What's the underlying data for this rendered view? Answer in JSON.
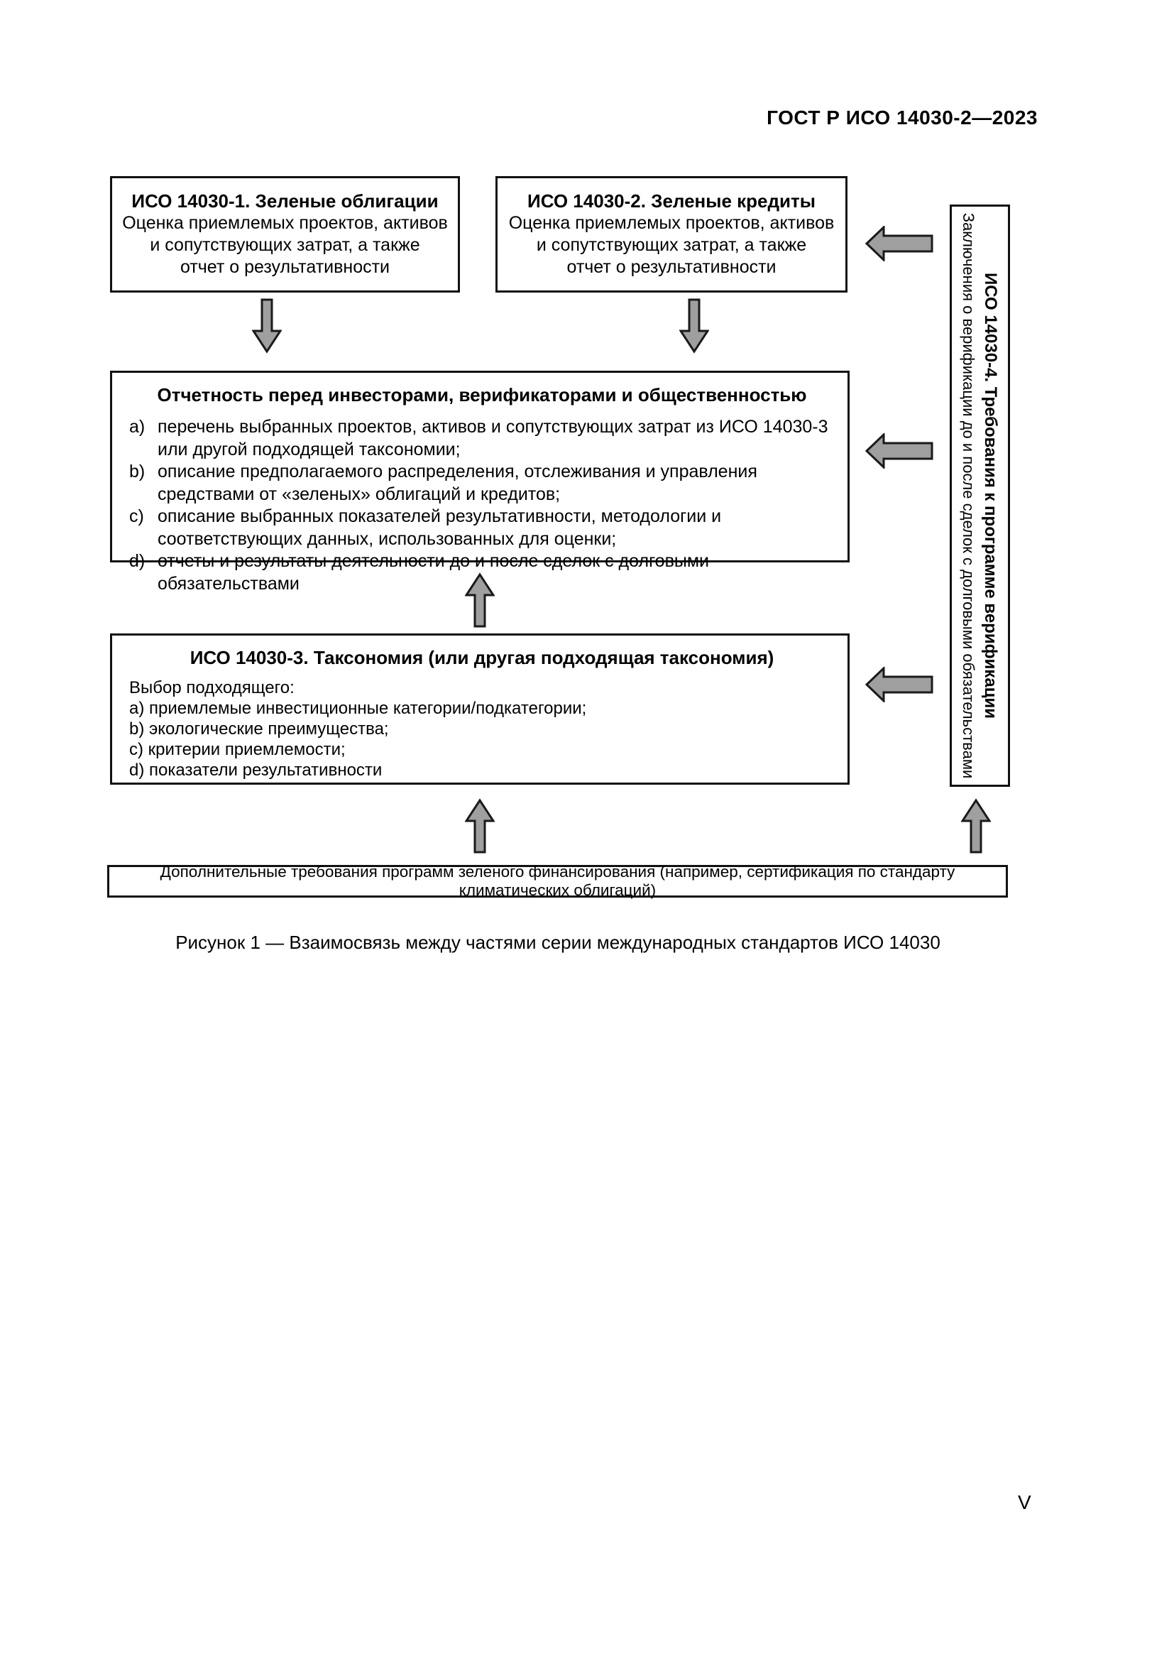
{
  "header": {
    "doc_code": "ГОСТ Р ИСО 14030-2—2023"
  },
  "diagram": {
    "arrow_fill": "#9f9f9f",
    "box_green_bonds": {
      "title": "ИСО 14030-1. Зеленые облигации",
      "body": "Оценка приемлемых проектов, активов\nи сопутствующих затрат, а также\nотчет о результативности"
    },
    "box_green_loans": {
      "title": "ИСО 14030-2. Зеленые кредиты",
      "body": "Оценка приемлемых проектов, активов\nи сопутствующих затрат, а также\nотчет о результативности"
    },
    "box_reporting": {
      "title": "Отчетность перед инвесторами, верификаторами и общественностью",
      "items": [
        {
          "marker": "a)",
          "text": "перечень выбранных проектов, активов и сопутствующих затрат из ИСО 14030-3\nили другой подходящей таксономии;"
        },
        {
          "marker": "b)",
          "text": "описание предполагаемого распределения, отслеживания и управления\nсредствами от «зеленых» облигаций и кредитов;"
        },
        {
          "marker": "c)",
          "text": "описание выбранных показателей результативности, методологии и\nсоответствующих данных, использованных для оценки;"
        },
        {
          "marker": "d)",
          "text": "отчеты и результаты деятельности до и после сделок с долговыми обязательствами"
        }
      ]
    },
    "box_taxonomy": {
      "title": "ИСО 14030-3. Таксономия (или другая подходящая таксономия)",
      "lines": [
        "Выбор подходящего:",
        "a) приемлемые инвестиционные категории/подкатегории;",
        "b) экологические преимущества;",
        "c) критерии приемлемости;",
        "d) показатели результативности"
      ]
    },
    "box_additional": {
      "text": "Дополнительные требования программ зеленого финансирования (например, сертификация по стандарту климатических облигаций)"
    },
    "box_verification": {
      "title": "ИСО 14030-4. Требования к программе верификации",
      "subtitle": "Заключения о верификации до и после сделок с долговыми обязательствами"
    }
  },
  "caption": "Рисунок 1 — Взаимосвязь между частями серии международных стандартов ИСО 14030",
  "page_number": "V"
}
